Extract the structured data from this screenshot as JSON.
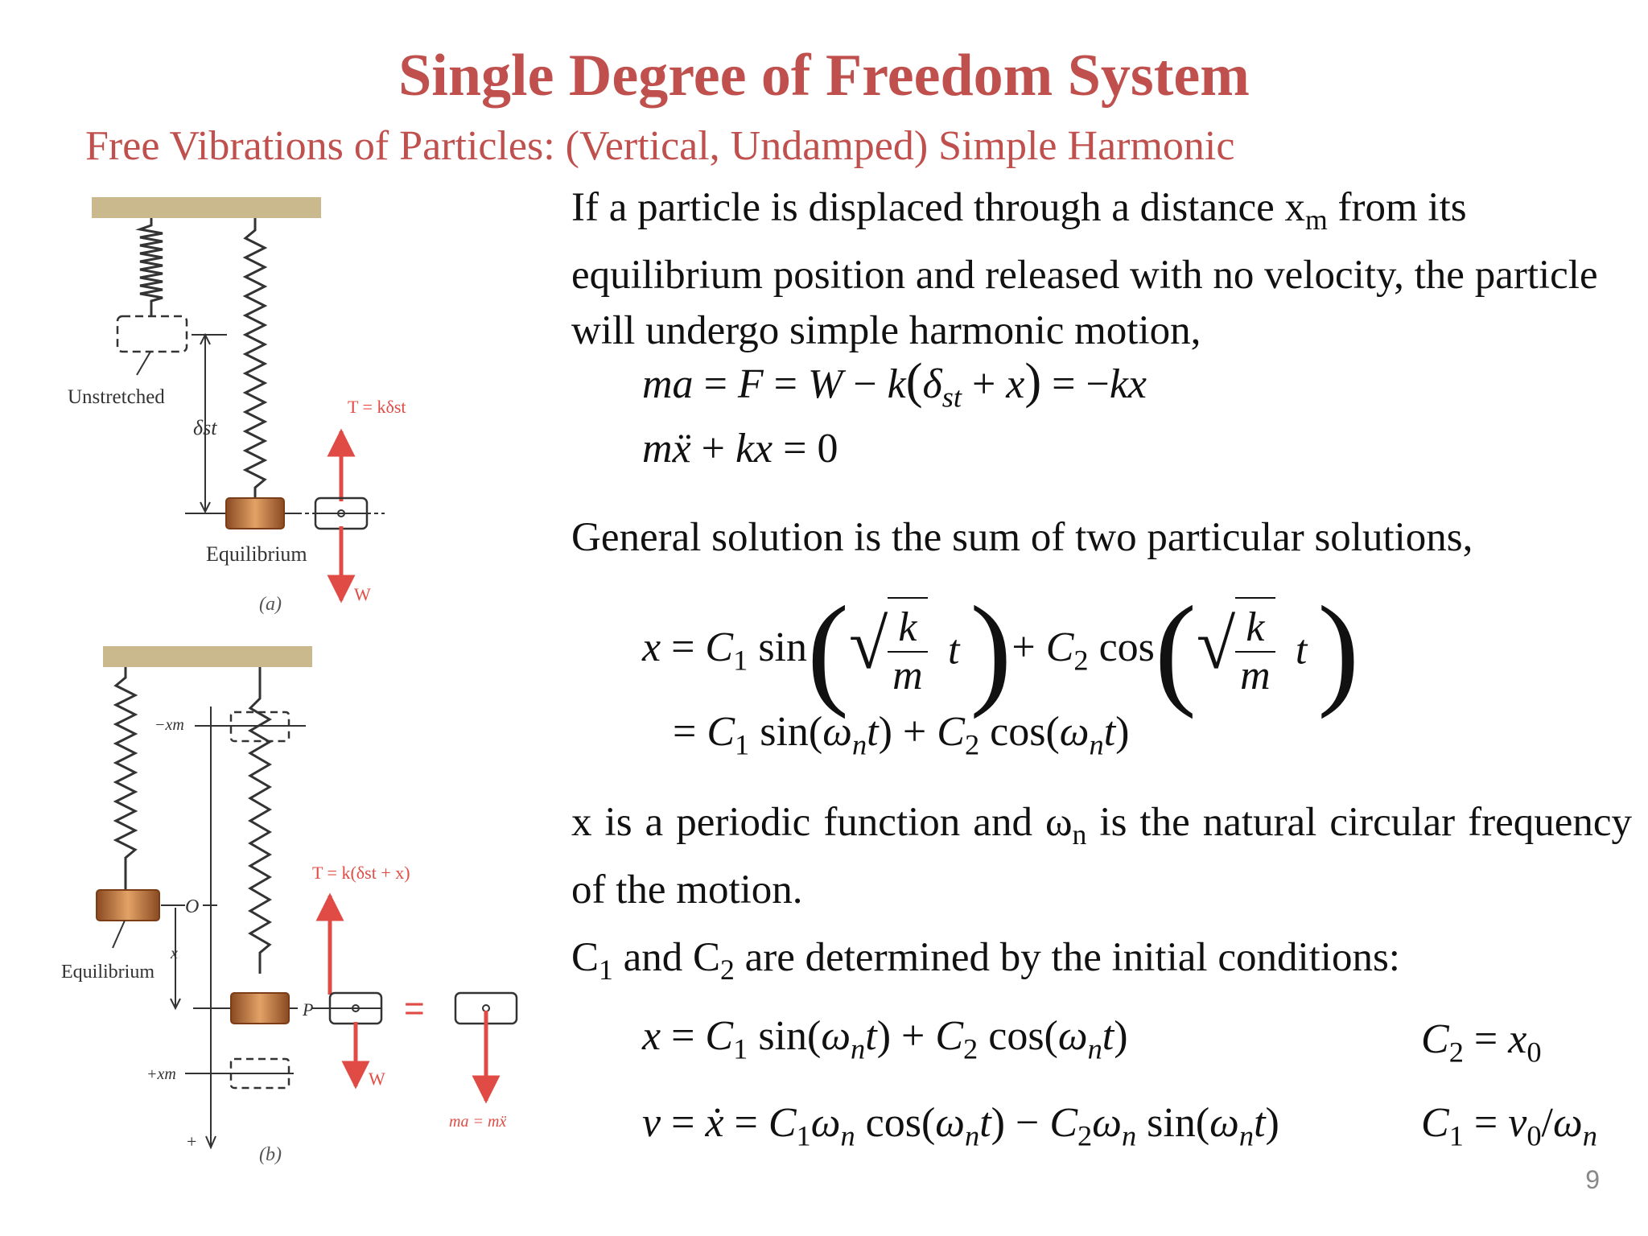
{
  "slide": {
    "title": "Single Degree of Freedom System",
    "subtitle": "Free Vibrations of Particles: (Vertical, Undamped) Simple Harmonic",
    "page_number": "9"
  },
  "colors": {
    "accent": "#c0504d",
    "beam": "#c9b98c",
    "block": "#b5652f",
    "arrow": "#e04c45"
  },
  "figure": {
    "a": {
      "unstretched_label": "Unstretched",
      "delta_label": "δst",
      "equilibrium_label": "Equilibrium",
      "tension_label": "T = kδst",
      "weight_label": "W",
      "panel_label": "(a)"
    },
    "b": {
      "minus_xm_label": "−xm",
      "origin_label": "O",
      "x_label": "x",
      "equilibrium_label": "Equilibrium",
      "p_label": "P",
      "plus_xm_label": "+xm",
      "plus_label": "+",
      "tension_label": "T = k(δst + x)",
      "weight_label": "W",
      "equals_label": "=",
      "ma_label": "ma = mẍ",
      "panel_label": "(b)"
    }
  },
  "text": {
    "intro_1": "If a particle is displaced through a distance x",
    "intro_sub": "m",
    "intro_2": " from its equilibrium position and released with no velocity, the particle will undergo simple harmonic motion,",
    "general": "General solution is the sum of two particular solutions,",
    "periodic_1": "x is a periodic function and ω",
    "periodic_sub": "n",
    "periodic_2": " is the natural circular frequency of the motion.",
    "constants_1": "C",
    "constants_sub1": "1",
    "constants_2": " and C",
    "constants_sub2": "2",
    "constants_3": " are determined by the initial conditions:"
  }
}
